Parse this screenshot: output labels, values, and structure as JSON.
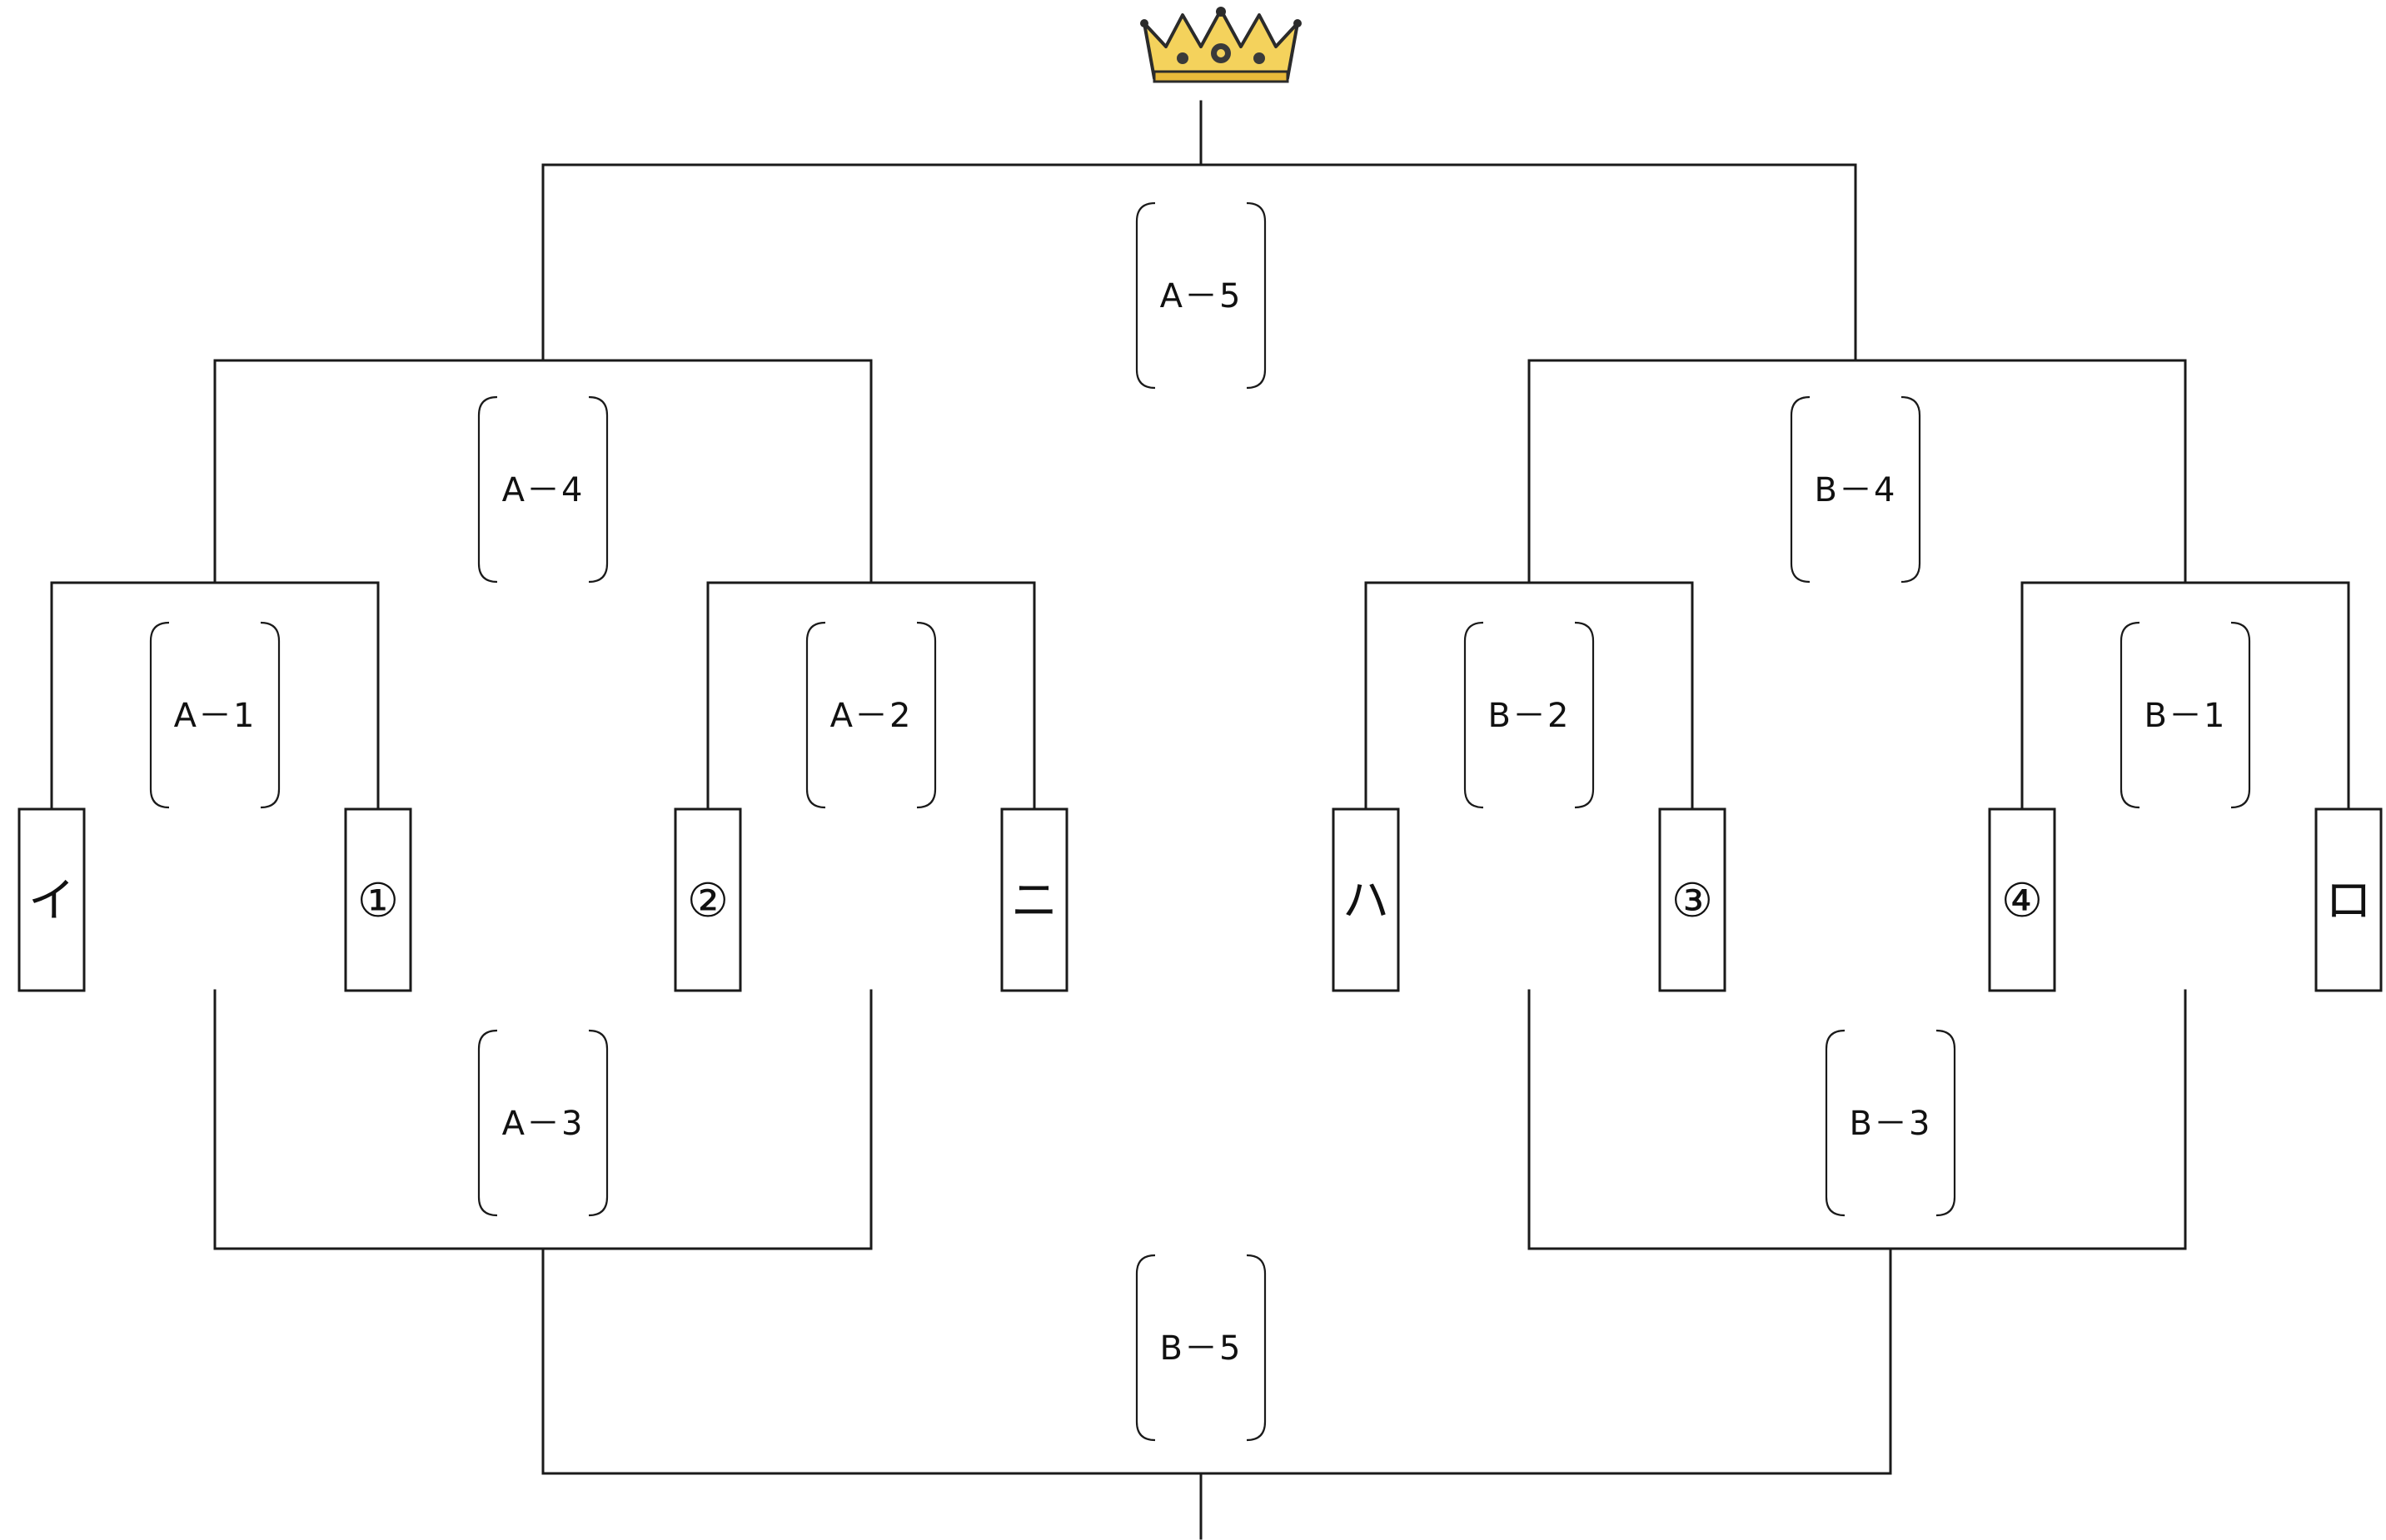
{
  "crown_icon": "crown-icon",
  "colors": {
    "line": "#1a1a1a",
    "background": "#ffffff",
    "crown_fill": "#f4d25c",
    "crown_outline": "#2b2b2b"
  },
  "players": [
    {
      "id": "i",
      "label": "イ"
    },
    {
      "id": "1",
      "label": "①"
    },
    {
      "id": "2",
      "label": "②"
    },
    {
      "id": "ni",
      "label": "ニ"
    },
    {
      "id": "ha",
      "label": "ハ"
    },
    {
      "id": "3",
      "label": "③"
    },
    {
      "id": "4",
      "label": "④"
    },
    {
      "id": "ro",
      "label": "ロ"
    }
  ],
  "matches": [
    {
      "id": "A-1",
      "label": "A－1"
    },
    {
      "id": "A-2",
      "label": "A－2"
    },
    {
      "id": "A-3",
      "label": "A－3"
    },
    {
      "id": "A-4",
      "label": "A－4"
    },
    {
      "id": "A-5",
      "label": "A－5"
    },
    {
      "id": "B-1",
      "label": "B－1"
    },
    {
      "id": "B-2",
      "label": "B－2"
    },
    {
      "id": "B-3",
      "label": "B－3"
    },
    {
      "id": "B-4",
      "label": "B－4"
    },
    {
      "id": "B-5",
      "label": "B－5"
    }
  ]
}
